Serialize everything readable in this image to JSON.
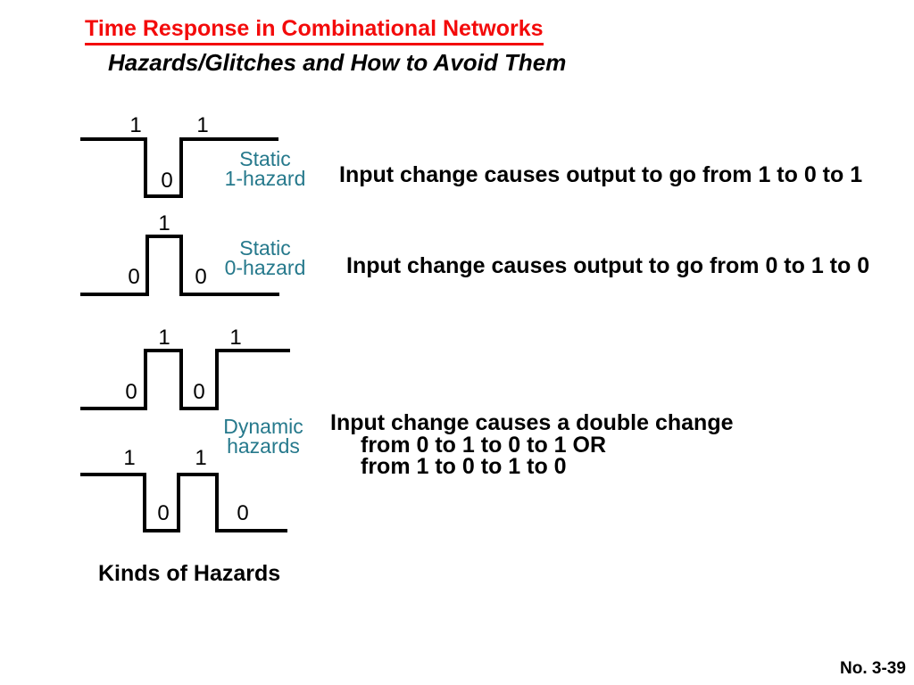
{
  "slide": {
    "title": "Time Response in Combinational Networks",
    "subtitle": "Hazards/Glitches and How to Avoid Them",
    "kinds_caption": "Kinds of Hazards",
    "page_number": "No. 3-39"
  },
  "colors": {
    "title_red": "#f30b0b",
    "hazard_teal": "#26798c",
    "waveform_black": "#000000"
  },
  "waveforms": [
    {
      "id": "static-1-hazard",
      "type_label": [
        "Static",
        "1-hazard"
      ],
      "levels": [
        "1",
        "0",
        "1"
      ]
    },
    {
      "id": "static-0-hazard",
      "type_label": [
        "Static",
        "0-hazard"
      ],
      "levels": [
        "0",
        "1",
        "0"
      ]
    },
    {
      "id": "dynamic-hazard-0-1-0-1",
      "type_label": [
        "Dynamic",
        "hazards"
      ],
      "levels": [
        "0",
        "1",
        "0",
        "1"
      ]
    },
    {
      "id": "dynamic-hazard-1-0-1-0",
      "levels": [
        "1",
        "0",
        "1",
        "0"
      ]
    }
  ],
  "descriptions": [
    "Input change causes output to go from 1 to 0 to 1",
    "Input change causes output to go from 0 to 1 to 0",
    [
      "Input change causes a double change",
      "from 0 to 1 to 0 to 1 OR",
      "from 1 to 0 to 1 to 0"
    ]
  ]
}
